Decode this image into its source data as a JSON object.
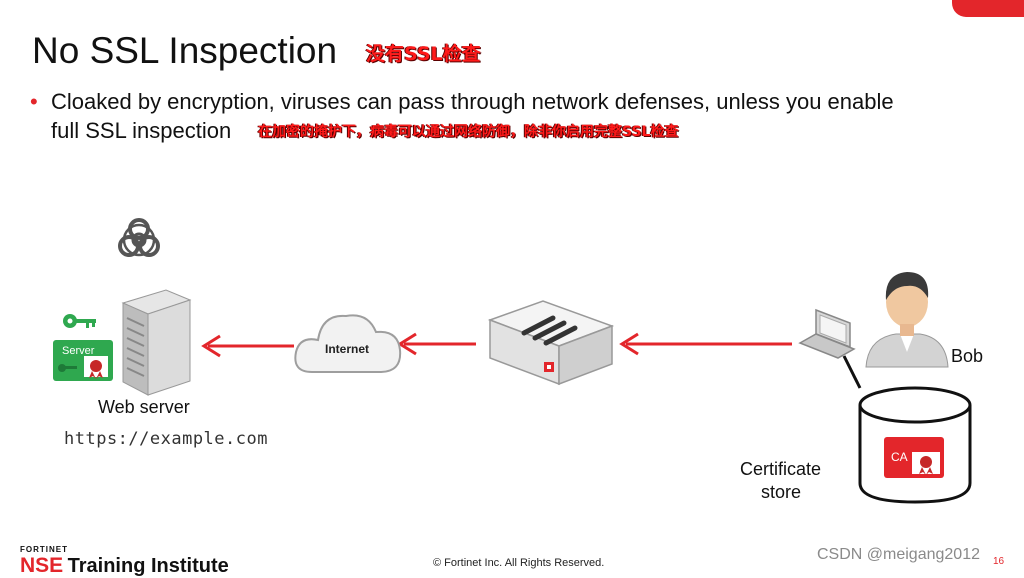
{
  "slide": {
    "title": "No SSL Inspection",
    "title_cn": "没有SSL检查",
    "bullet_marker": "•",
    "bullet_line1": "Cloaked by encryption, viruses can pass through network defenses, unless you enable",
    "bullet_line2": "full SSL inspection",
    "bullet_cn": "在加密的掩护下，病毒可以通过网络防御，除非你启用完整SSL检查",
    "page_number": "16"
  },
  "diagram": {
    "server_badge": "Server",
    "web_server_label": "Web server",
    "url": "https://example.com",
    "internet_label": "Internet",
    "user_label": "Bob",
    "ca_badge": "CA",
    "cert_store_label_line1": "Certificate",
    "cert_store_label_line2": "store",
    "icons": [
      "biohazard-icon",
      "key-icon",
      "server-tower-icon",
      "cloud-icon",
      "firewall-icon",
      "laptop-icon",
      "user-avatar-icon",
      "database-icon",
      "certificate-icon"
    ],
    "colors": {
      "arrow": "#e3262b",
      "server_badge": "#2fa84f",
      "ca_badge": "#e3262b"
    }
  },
  "footer": {
    "brand_small": "FORTINET",
    "brand_nse": "NSE",
    "brand_rest": "Training Institute",
    "copyright": "© Fortinet Inc. All Rights Reserved.",
    "watermark": "CSDN @meigang2012"
  }
}
